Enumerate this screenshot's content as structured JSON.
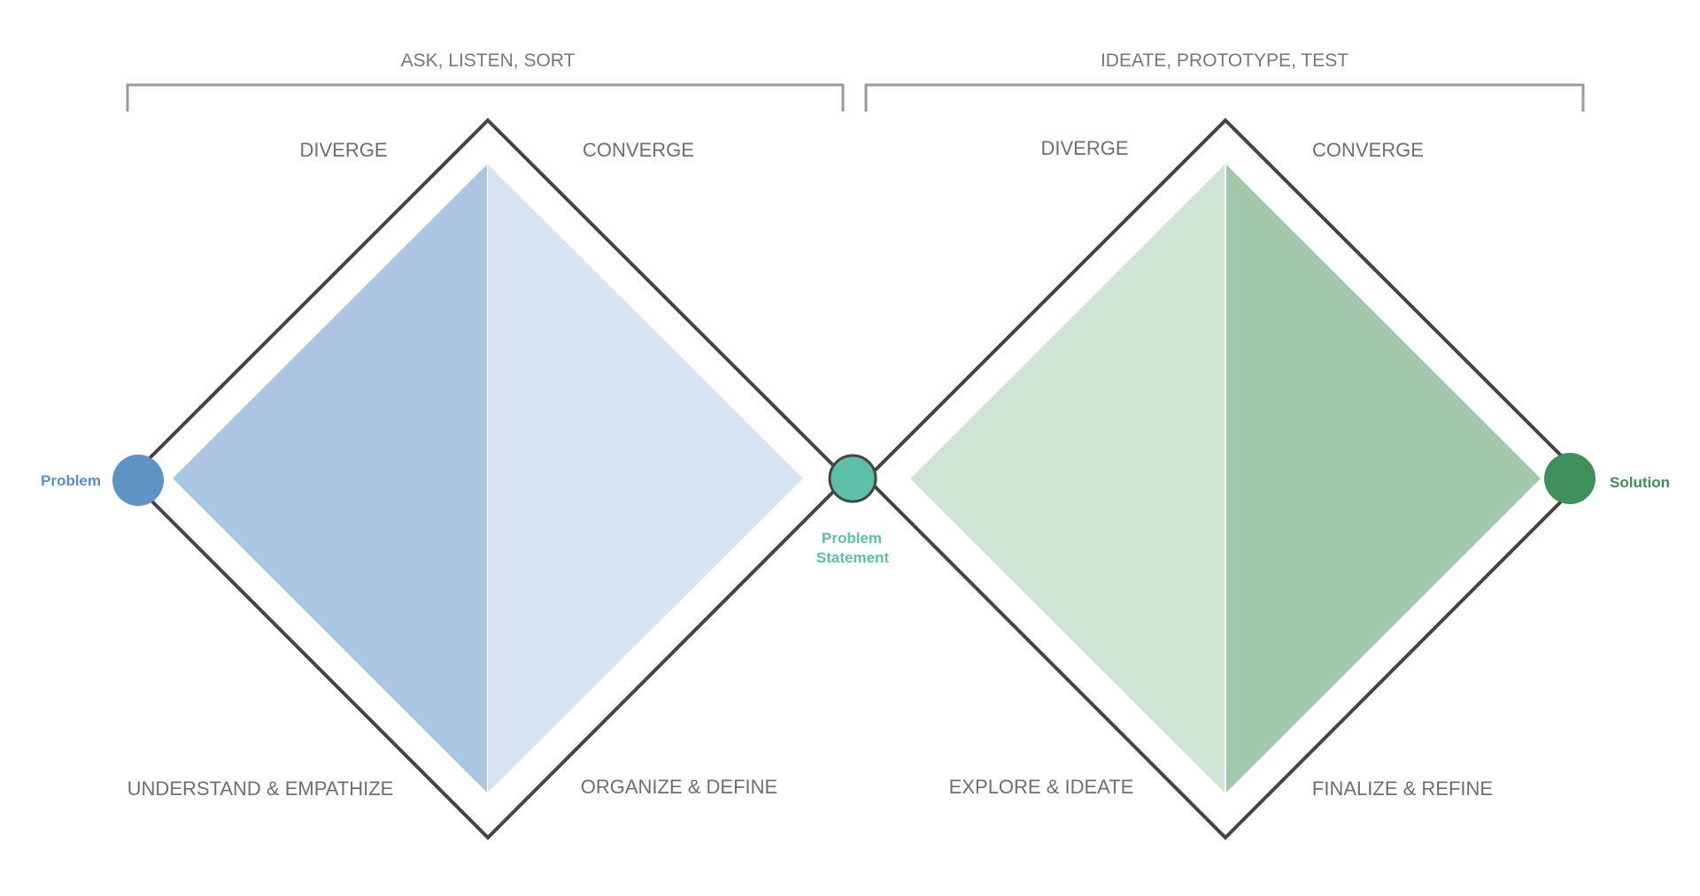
{
  "brackets": {
    "left": "ASK, LISTEN, SORT",
    "right": "IDEATE, PROTOTYPE, TEST"
  },
  "diamond_left": {
    "diverge": "DIVERGE",
    "converge": "CONVERGE",
    "bottom_left": "UNDERSTAND & EMPATHIZE",
    "bottom_right": "ORGANIZE & DEFINE"
  },
  "diamond_right": {
    "diverge": "DIVERGE",
    "converge": "CONVERGE",
    "bottom_left": "EXPLORE & IDEATE",
    "bottom_right": "FINALIZE & REFINE"
  },
  "nodes": {
    "start": "Problem",
    "middle_line1": "Problem",
    "middle_line2": "Statement",
    "end": "Solution"
  },
  "colors": {
    "outline": "#444444",
    "bracket": "#9a9a9a",
    "blue_dark": "#abc7e0",
    "blue_light": "#d6e5f1",
    "green_light": "#d0e5d6",
    "green_dark": "#a2c9ac",
    "start_node": "#5e93c3",
    "middle_node": "#5bbfaa",
    "end_node": "#3f8f5c",
    "start_text": "#5b8fbf",
    "middle_text": "#5bbfaa",
    "end_text": "#3d8f57"
  }
}
